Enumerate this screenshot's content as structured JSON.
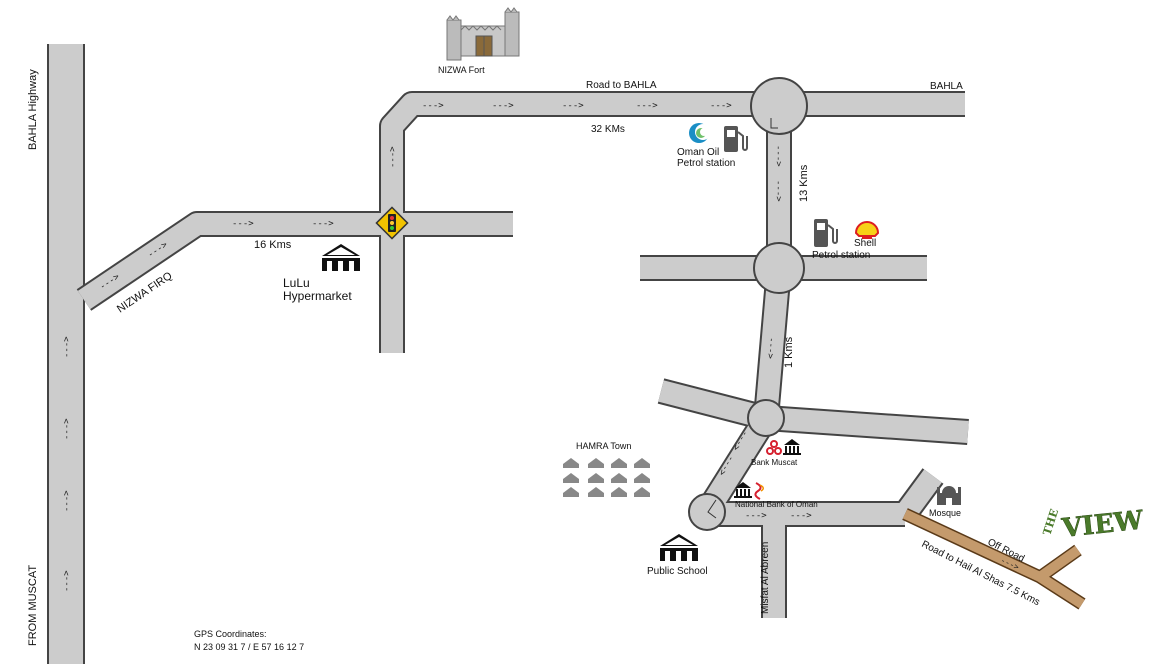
{
  "labels": {
    "bahla_highway": "BAHLA Highway",
    "from_muscat": "FROM MUSCAT",
    "nizwa_firq": "NIZWA FIRQ",
    "dist_16": "16 Kms",
    "lulu_line1": "LuLu",
    "lulu_line2": "Hypermarket",
    "nizwa_fort": "NIZWA Fort",
    "road_to_bahla": "Road to BAHLA",
    "bahla": "BAHLA",
    "dist_32": "32 KMs",
    "oman_oil_line1": "Oman Oil",
    "oman_oil_line2": "Petrol station",
    "dist_13": "13 Kms",
    "shell": "Shell",
    "shell_petrol": "Petrol station",
    "dist_1": "1 Kms",
    "hamra_town": "HAMRA Town",
    "bank_muscat": "Bank Muscat",
    "national_bank": "National Bank of Oman",
    "mosque": "Mosque",
    "off_road": "Off Road",
    "road_hail": "Road to Hail Al Shas 7.5 Kms",
    "public_school": "Public School",
    "misfat": "Misfat Al Abreen",
    "the_view_small": "THE",
    "the_view_big": "VIEW",
    "gps_title": "GPS Coordinates:",
    "gps_value": "N 23 09 31 7 / E 57 16 12 7"
  },
  "arrows": {
    "right": "--->",
    "down": "--->",
    "up": "--->"
  },
  "colors": {
    "road_fill": "#cccccc",
    "road_edge": "#444444",
    "offroad_fill": "#c49a6c",
    "view_green": "#4a7a2a",
    "shell_yellow": "#f7d117",
    "shell_red": "#dd1d21",
    "bank_red": "#d6202f",
    "traffic_sign": "#f2c300"
  }
}
